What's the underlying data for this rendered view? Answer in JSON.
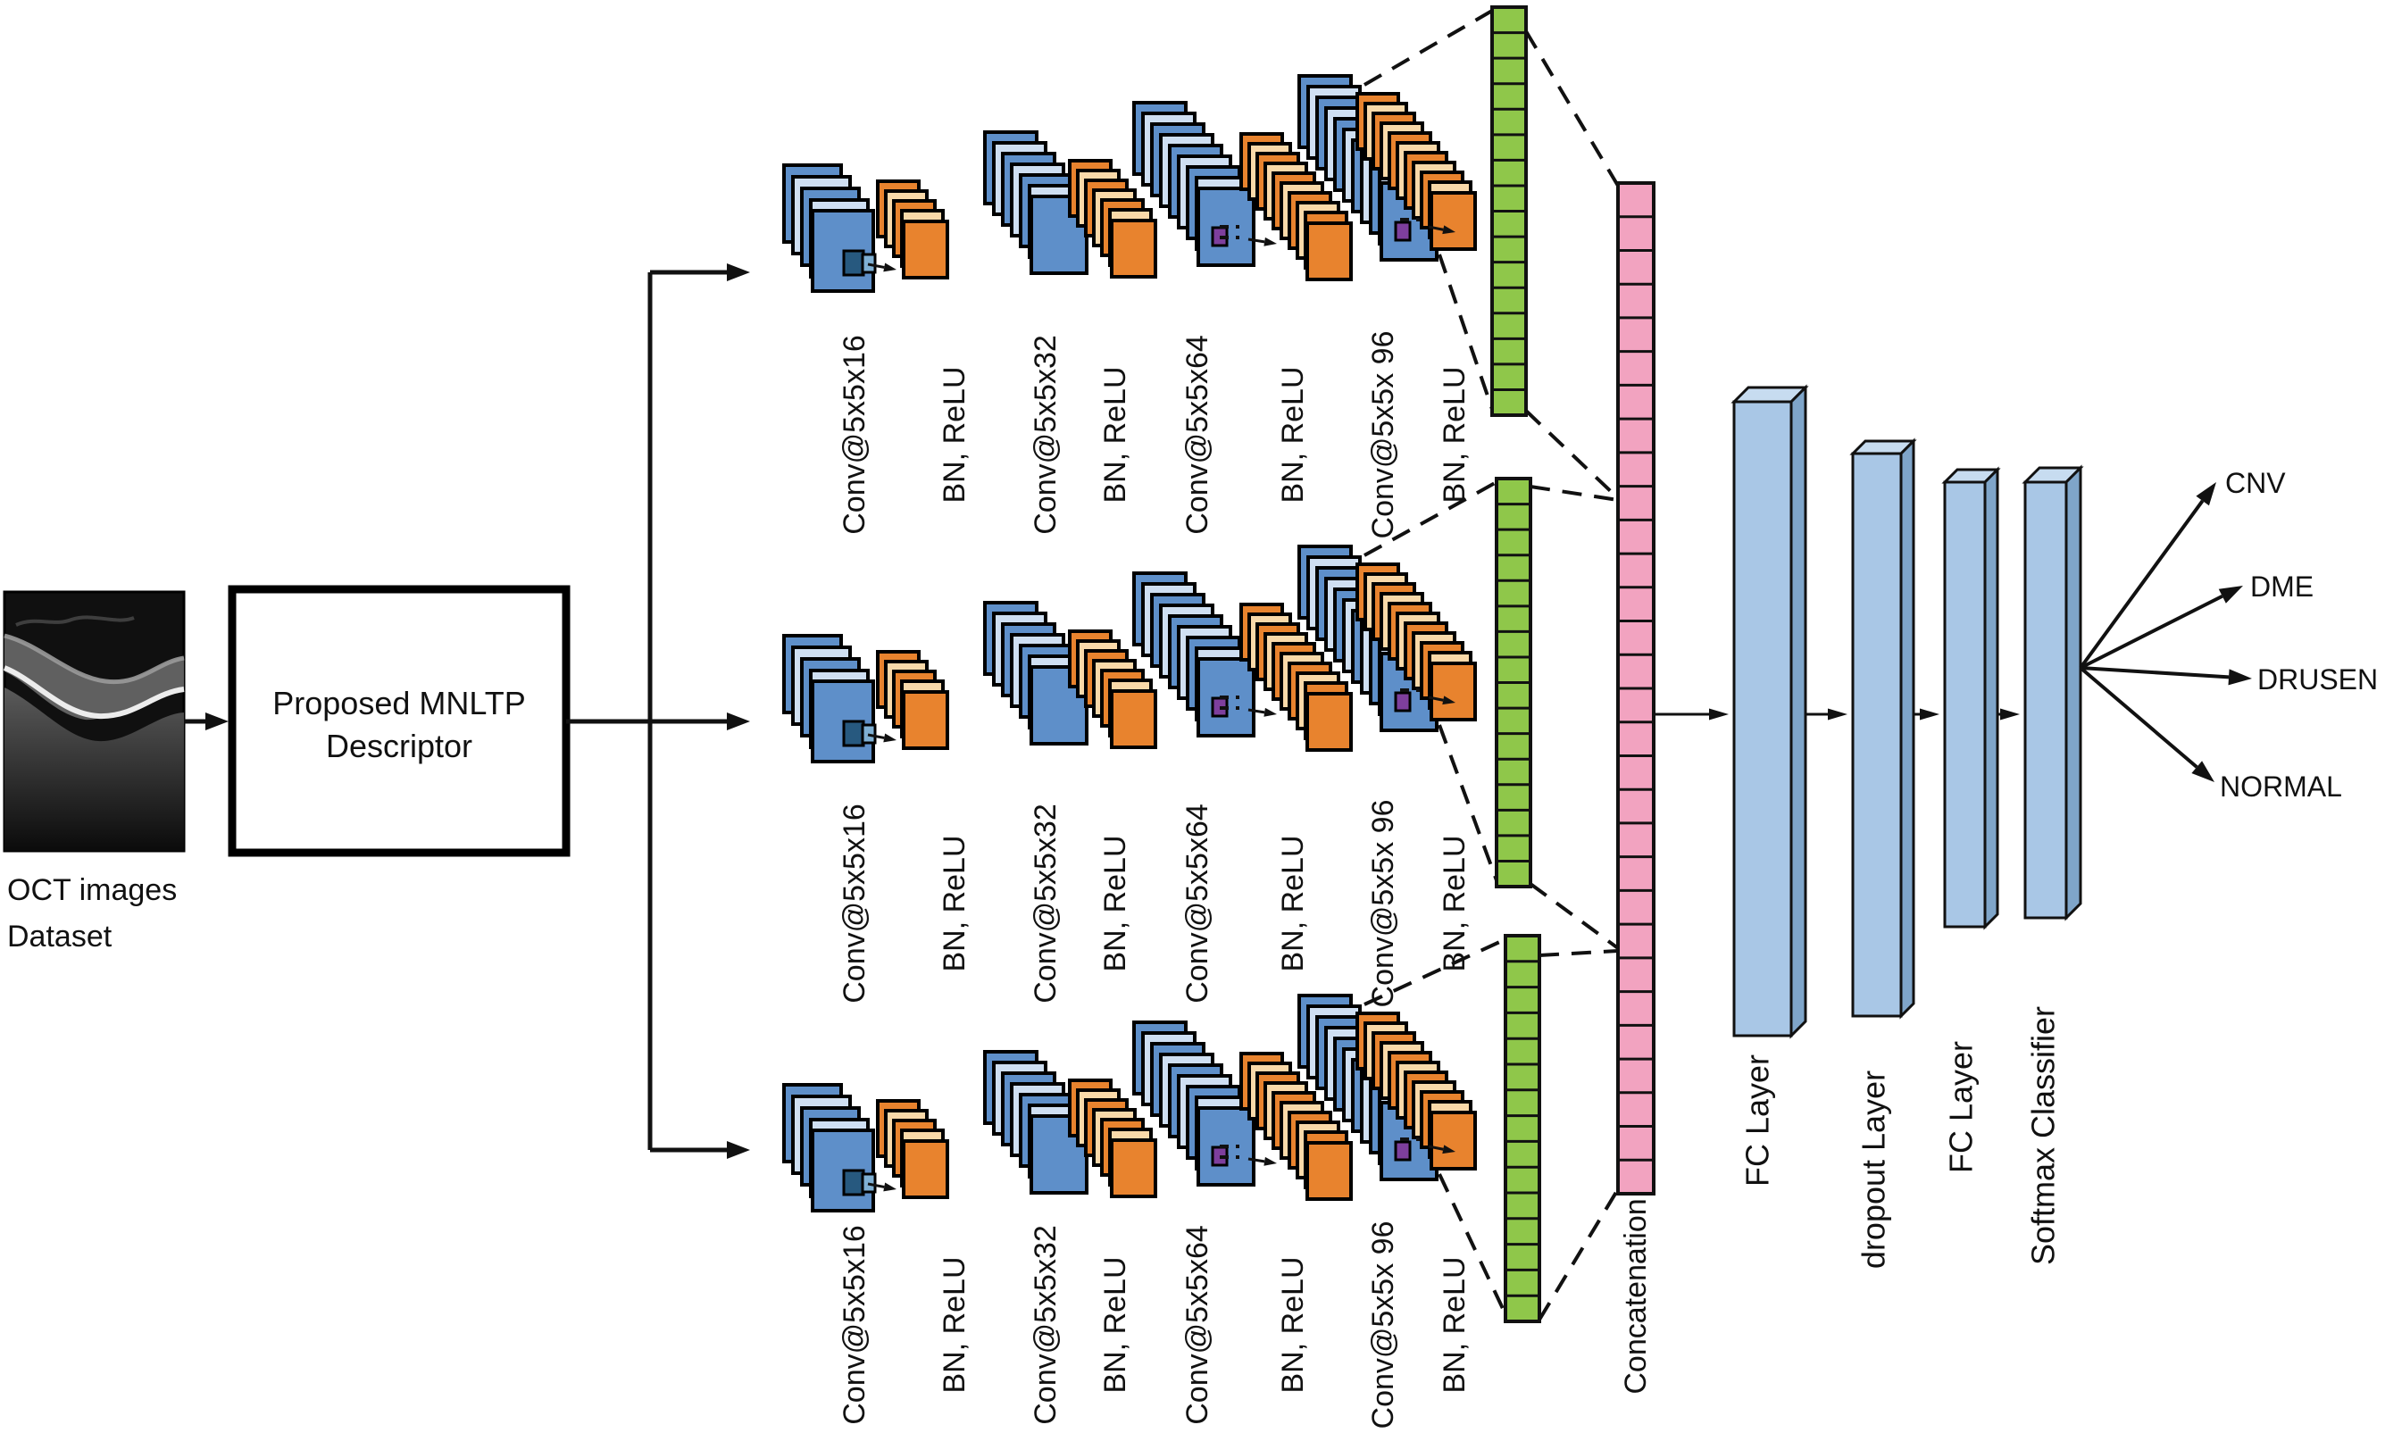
{
  "figure": {
    "type": "cnn-architecture-diagram",
    "input_image": {
      "caption": [
        "OCT images",
        "Dataset"
      ]
    },
    "descriptor_box": {
      "lines": [
        "Proposed MNLTP",
        "Descriptor"
      ]
    },
    "branch_count": 3,
    "branch_labels": [
      "Conv@5x5x16",
      "BN, ReLU",
      "Conv@5x5x32",
      "BN, ReLU",
      "Conv@5x5x64",
      "BN, ReLU",
      "Conv@5x5x 96",
      "BN, ReLU"
    ],
    "concatenation_label": "Concatenation",
    "head_labels": [
      "FC Layer",
      "dropout Layer",
      "FC Layer",
      "Softmax Classifier"
    ],
    "output_classes": [
      "CNV",
      "DME",
      "DRUSEN",
      "NORMAL"
    ],
    "colors": {
      "conv_blue": "#5e8fc9",
      "conv_blue_light": "#cfdff2",
      "conv_orange": "#e8832e",
      "conv_orange_light": "#f9d9a9",
      "kernel_navy": "#27597f",
      "kernel_navy_light": "#7fb0d4",
      "kernel_purple": "#7e3f9d",
      "feature_green": "#8fc74a",
      "concat_pink": "#f2a3c0",
      "bar_face": "#a9c7e6",
      "bar_side": "#7fa5c9",
      "bar_top": "#c7dcf0",
      "line_black": "#111111"
    }
  }
}
